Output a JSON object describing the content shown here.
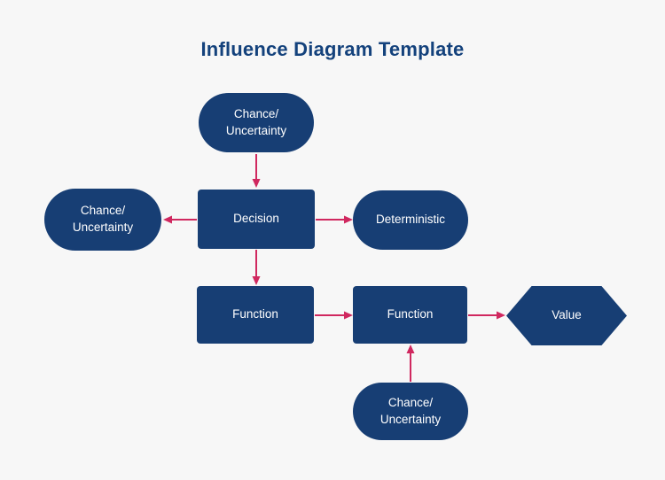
{
  "title": "Influence Diagram Template",
  "colors": {
    "background": "#f7f7f7",
    "node_fill": "#173e74",
    "node_text": "#ffffff",
    "title_text": "#14427c",
    "arrow": "#d0285f"
  },
  "nodes": {
    "chance_top": {
      "type": "stadium",
      "label": "Chance/\nUncertainty"
    },
    "chance_left": {
      "type": "stadium",
      "label": "Chance/\nUncertainty"
    },
    "decision": {
      "type": "rectangle",
      "label": "Decision"
    },
    "deterministic": {
      "type": "stadium",
      "label": "Deterministic"
    },
    "function_left": {
      "type": "rectangle",
      "label": "Function"
    },
    "function_right": {
      "type": "rectangle",
      "label": "Function"
    },
    "value": {
      "type": "hexagon",
      "label": "Value"
    },
    "chance_bottom": {
      "type": "stadium",
      "label": "Chance/\nUncertainty"
    }
  },
  "edges": [
    {
      "from": "chance_top",
      "to": "decision"
    },
    {
      "from": "decision",
      "to": "chance_left"
    },
    {
      "from": "decision",
      "to": "deterministic"
    },
    {
      "from": "decision",
      "to": "function_left"
    },
    {
      "from": "function_left",
      "to": "function_right"
    },
    {
      "from": "function_right",
      "to": "value"
    },
    {
      "from": "chance_bottom",
      "to": "function_right"
    }
  ]
}
